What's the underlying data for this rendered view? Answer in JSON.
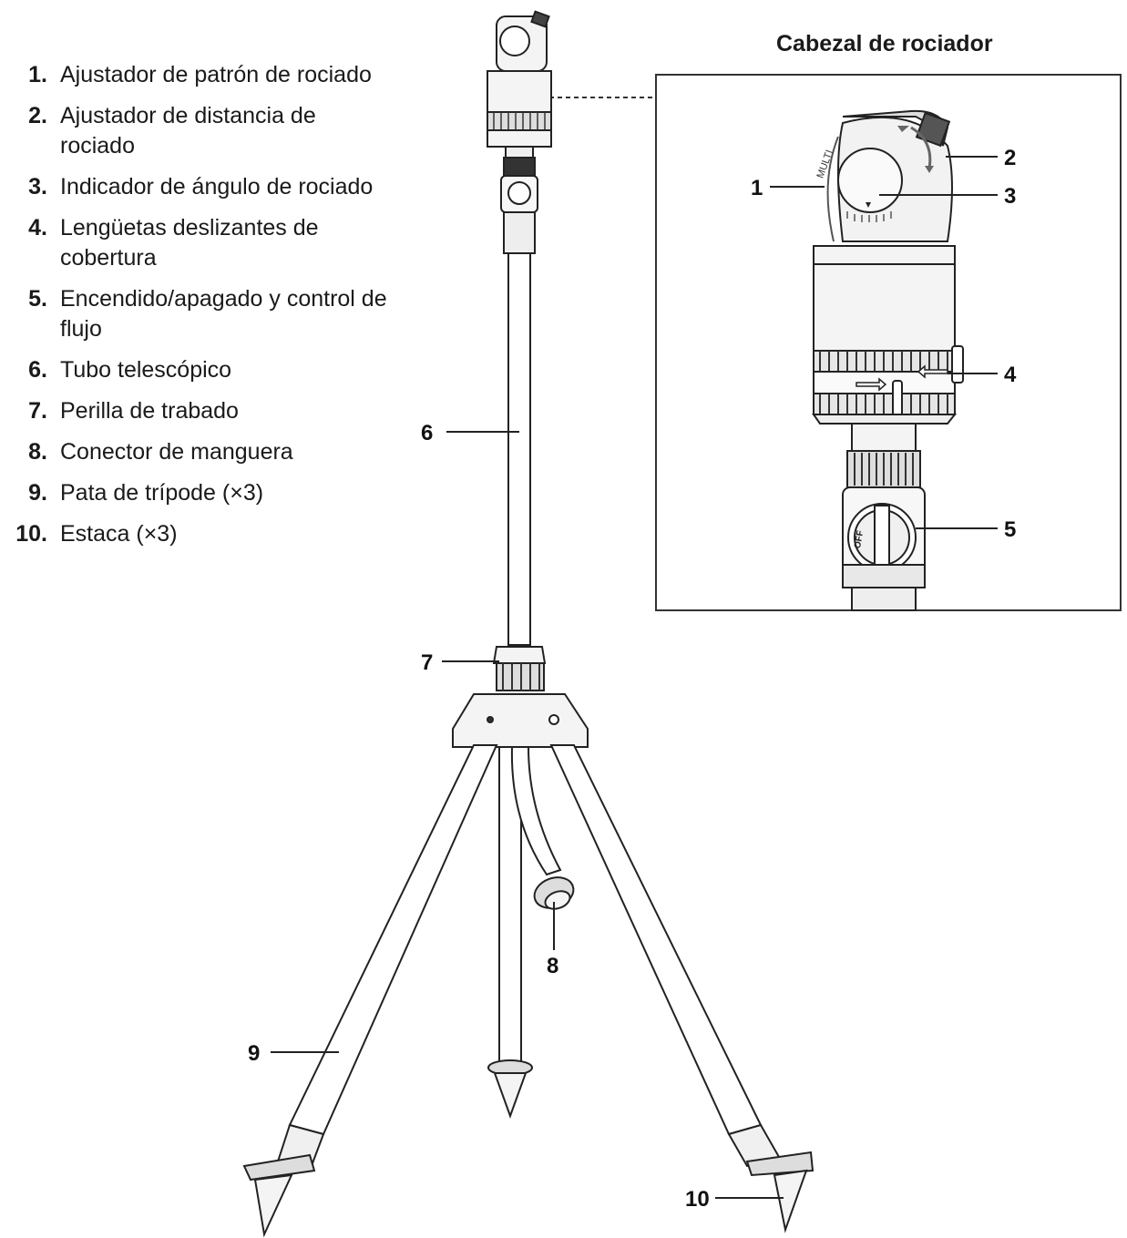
{
  "parts": [
    {
      "num": "1.",
      "label": "Ajustador de patrón de rociado"
    },
    {
      "num": "2.",
      "label": "Ajustador de distancia de rociado"
    },
    {
      "num": "3.",
      "label": "Indicador de ángulo de rociado"
    },
    {
      "num": "4.",
      "label": "Lengüetas deslizantes de cobertura"
    },
    {
      "num": "5.",
      "label": "Encendido/apagado y control de flujo"
    },
    {
      "num": "6.",
      "label": "Tubo telescópico"
    },
    {
      "num": "7.",
      "label": "Perilla de trabado"
    },
    {
      "num": "8.",
      "label": "Conector de manguera"
    },
    {
      "num": "9.",
      "label": "Pata de trípode (×3)"
    },
    {
      "num": "10.",
      "label": "Estaca (×3)"
    }
  ],
  "inset": {
    "title": "Cabezal de rociador",
    "dial_text": "MULTI",
    "knob_text": "OFF"
  },
  "callouts": {
    "c1": "1",
    "c2": "2",
    "c3": "3",
    "c4": "4",
    "c5": "5",
    "c6": "6",
    "c7": "7",
    "c8": "8",
    "c9": "9",
    "c10": "10"
  }
}
